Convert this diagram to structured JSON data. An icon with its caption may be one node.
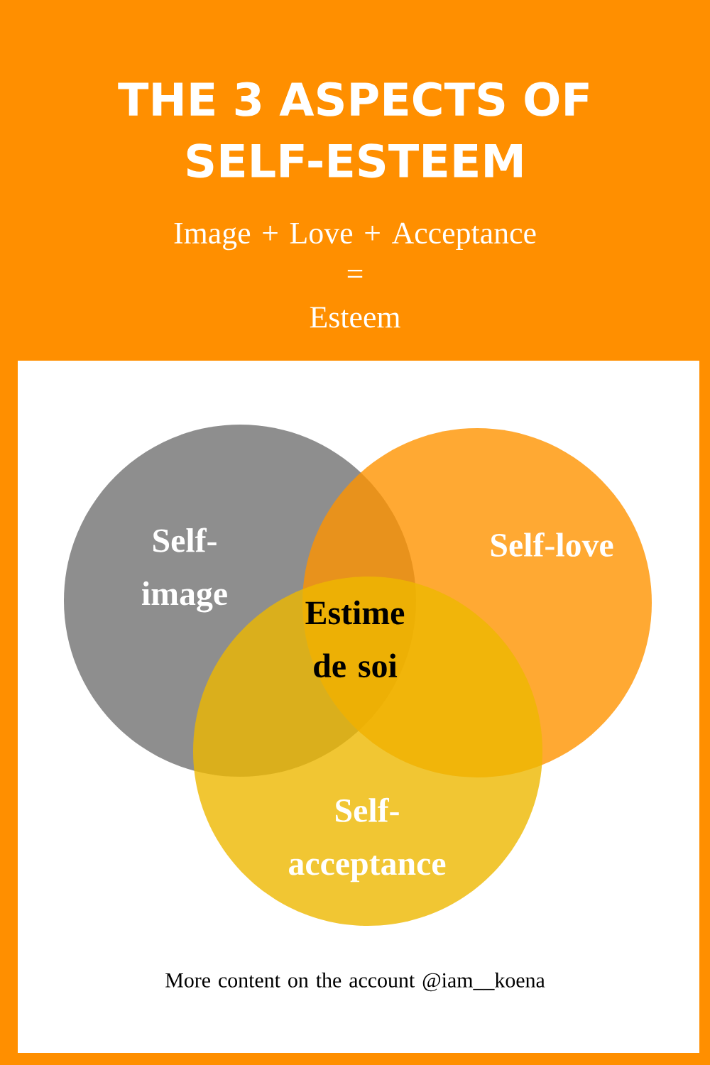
{
  "diagram": {
    "title": "THE 3 ASPECTS OF SELF-ESTEEM",
    "nodes": [
      {
        "text": [
          "Self-image"
        ]
      },
      {
        "text": [
          "Self-love"
        ]
      },
      {
        "text": [
          "Self-acceptance"
        ]
      }
    ],
    "labels": [
      "Image + Love + Acceptance",
      "=",
      "Esteem",
      "Estime de soi",
      "More content on the account @iam__koena"
    ]
  }
}
